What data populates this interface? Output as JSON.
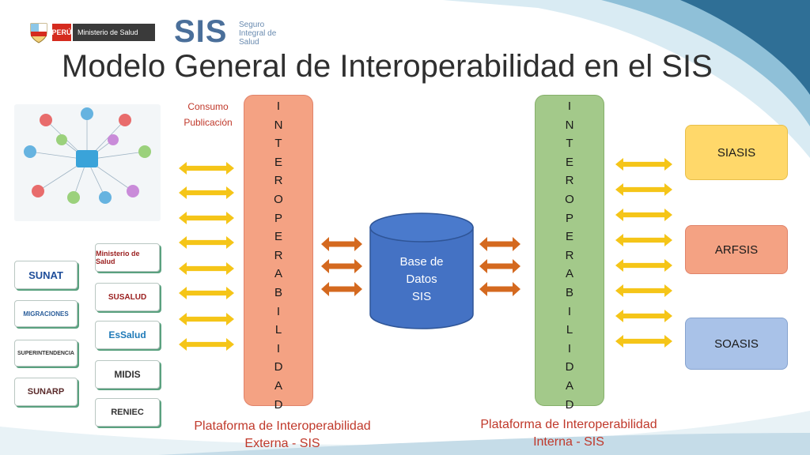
{
  "header": {
    "peru_label": "PERÚ",
    "ministry_label": "Ministerio de Salud",
    "sis_logo": "SIS",
    "sis_tagline": "Seguro Integral de Salud"
  },
  "title": "Modelo General de Interoperabilidad en el SIS",
  "external_bar": {
    "letters": [
      "I",
      "N",
      "T",
      "E",
      "R",
      "O",
      "P",
      "E",
      "R",
      "A",
      "B",
      "I",
      "L",
      "I",
      "D",
      "A",
      "D"
    ],
    "caption_1": "Consumo",
    "caption_2": "Publicación",
    "label_line1": "Plataforma de Interoperabilidad",
    "label_line2": "Externa - SIS"
  },
  "internal_bar": {
    "letters": [
      "I",
      "N",
      "T",
      "E",
      "R",
      "O",
      "P",
      "E",
      "R",
      "A",
      "B",
      "I",
      "L",
      "I",
      "D",
      "A",
      "D"
    ],
    "label_line1": "Plataforma de Interoperabilidad",
    "label_line2": "Interna - SIS"
  },
  "database": {
    "line1": "Base de",
    "line2": "Datos",
    "line3": "SIS"
  },
  "systems": [
    "SIASIS",
    "ARFSIS",
    "SOASIS"
  ],
  "entity_logos_left": [
    "SUNAT",
    "MIGRACIONES",
    "SUPERINTENDENCIA",
    "SUNARP"
  ],
  "entity_logos_right": [
    "Ministerio de Salud",
    "SUSALUD",
    "EsSalud",
    "MIDIS",
    "RENIEC"
  ],
  "colors": {
    "external_bar": "#f4a283",
    "internal_bar": "#a3c98a",
    "arrow_yellow": "#f5c518",
    "arrow_orange": "#d4691f",
    "database": "#4472c4",
    "title_text": "#2f2f2f",
    "label_red": "#c0392b"
  }
}
